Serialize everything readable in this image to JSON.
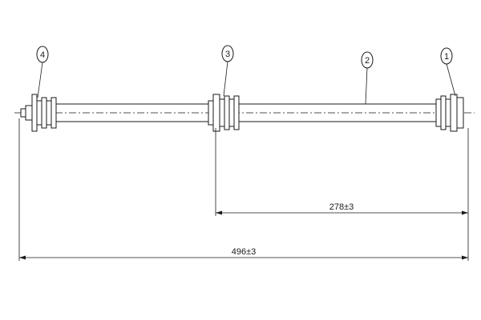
{
  "balloons": [
    {
      "id": "b4",
      "label": "4"
    },
    {
      "id": "b3",
      "label": "3"
    },
    {
      "id": "b2",
      "label": "2"
    },
    {
      "id": "b1",
      "label": "1"
    }
  ],
  "dimensions": {
    "partial": "278±3",
    "overall": "496±3"
  }
}
